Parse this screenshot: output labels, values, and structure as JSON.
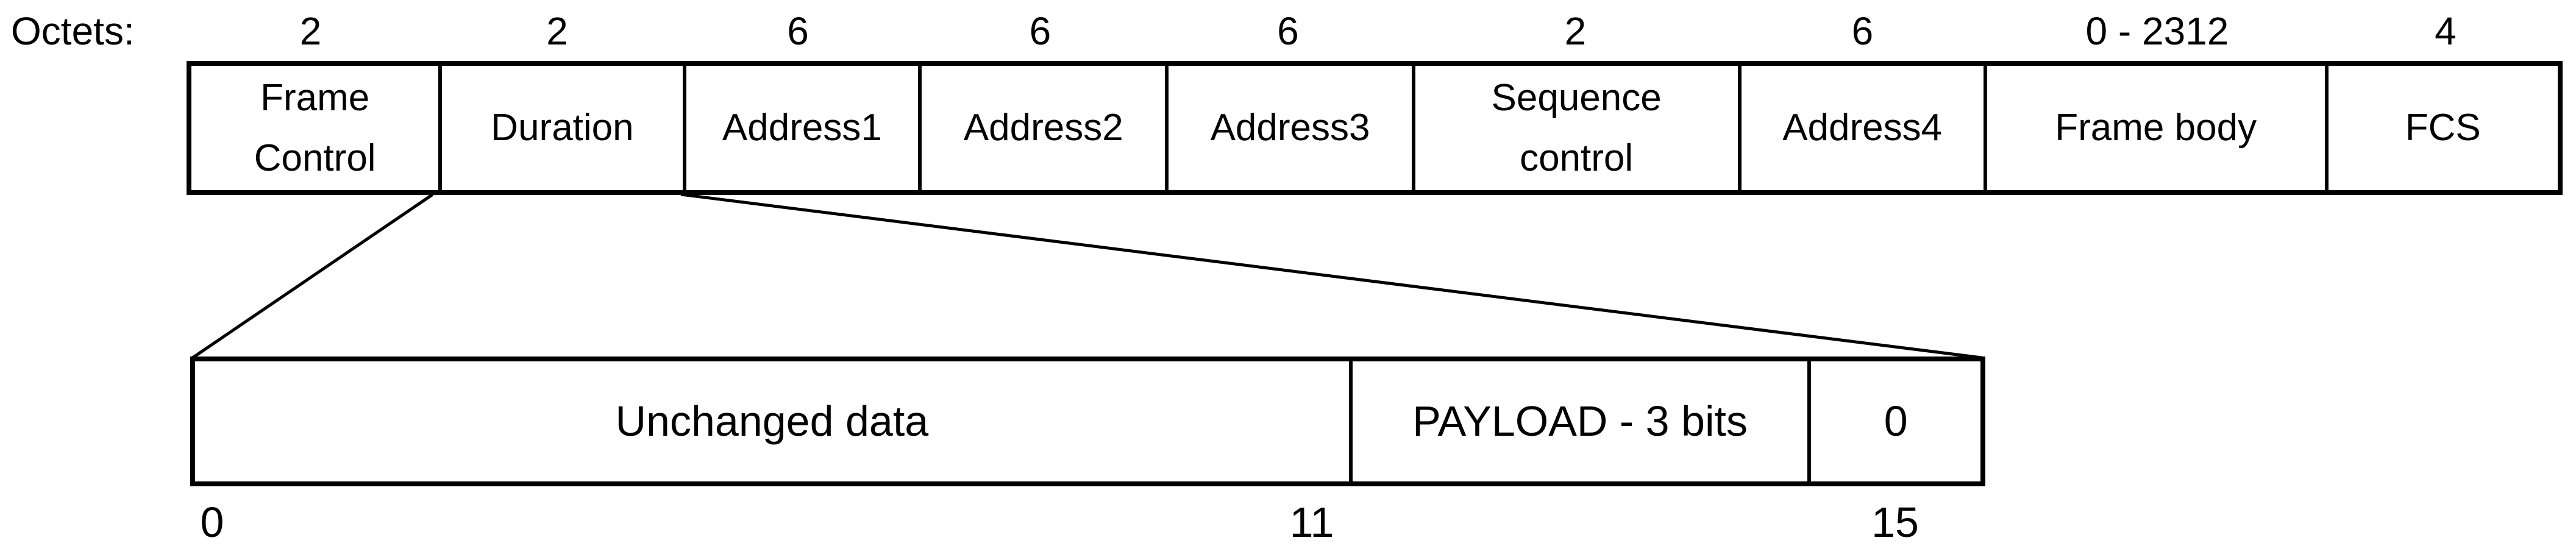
{
  "diagram": {
    "octets_label": "Octets:",
    "fields": [
      {
        "octets": "2",
        "label": "Frame\nControl"
      },
      {
        "octets": "2",
        "label": "Duration"
      },
      {
        "octets": "6",
        "label": "Address1"
      },
      {
        "octets": "6",
        "label": "Address2"
      },
      {
        "octets": "6",
        "label": "Address3"
      },
      {
        "octets": "2",
        "label": "Sequence\ncontrol"
      },
      {
        "octets": "6",
        "label": "Address4"
      },
      {
        "octets": "0 - 2312",
        "label": "Frame body"
      },
      {
        "octets": "4",
        "label": "FCS"
      }
    ],
    "duration_expansion": {
      "cells": [
        {
          "label": "Unchanged data"
        },
        {
          "label": "PAYLOAD - 3 bits"
        },
        {
          "label": "0"
        }
      ],
      "bit_labels": [
        {
          "value": "0"
        },
        {
          "value": "11"
        },
        {
          "value": "15"
        }
      ]
    },
    "colors": {
      "line": "#000000",
      "text": "#000000",
      "background": "#ffffff"
    }
  }
}
